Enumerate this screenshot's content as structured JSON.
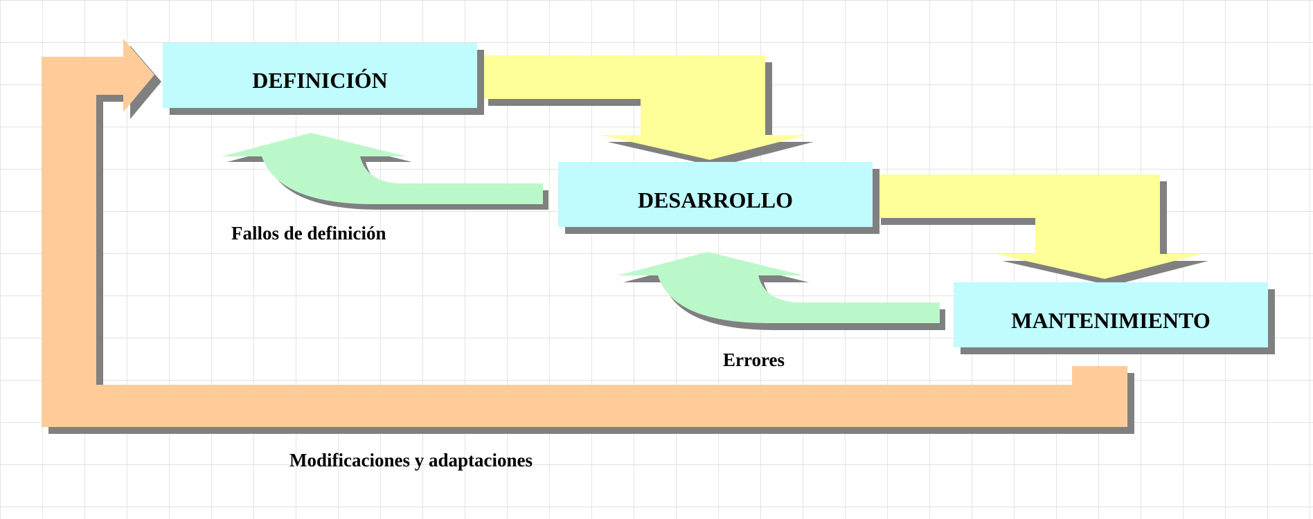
{
  "diagram": {
    "stages": [
      {
        "id": "definicion",
        "label": "DEFINICIÓN"
      },
      {
        "id": "desarrollo",
        "label": "DESARROLLO"
      },
      {
        "id": "mantenimiento",
        "label": "MANTENIMIENTO"
      }
    ],
    "feedback": [
      {
        "id": "fallos",
        "label": "Fallos de definición"
      },
      {
        "id": "errores",
        "label": "Errores"
      },
      {
        "id": "modificaciones",
        "label": "Modificaciones y adaptaciones"
      }
    ]
  },
  "colors": {
    "stage_box": "#c0fbfd",
    "forward_arrow": "#ffff99",
    "feedback_arrow": "#bbf8c9",
    "loop_arrow": "#ffcc99",
    "shadow": "#808080",
    "grid_line": "#d9d9d9",
    "background": "#ffffff"
  }
}
